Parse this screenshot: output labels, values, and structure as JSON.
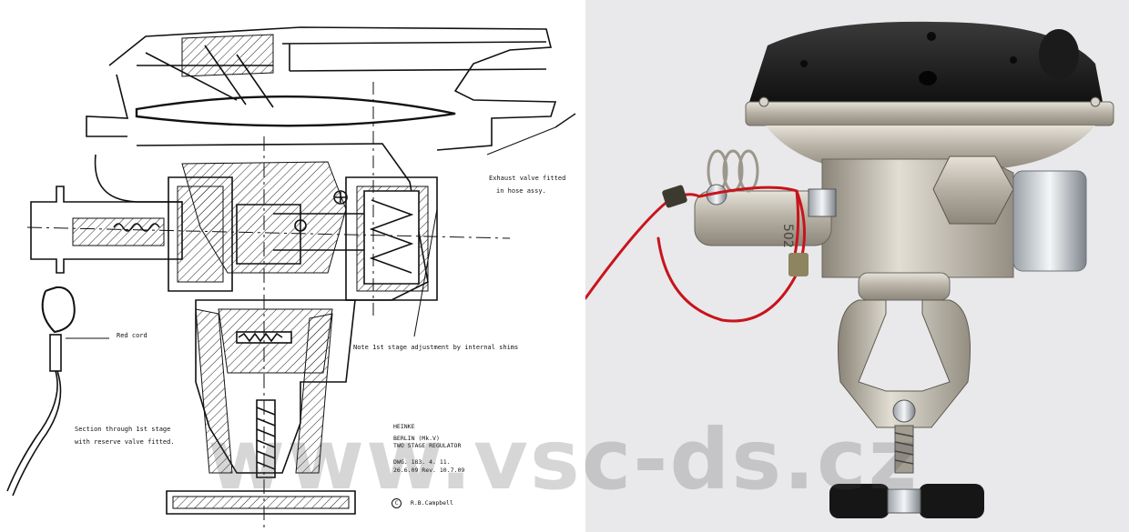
{
  "drawing": {
    "exhaust_note": {
      "line1": "Exhaust valve fitted",
      "line2": "in hose assy."
    },
    "red_cord_label": "Red cord",
    "shims_note": "Note 1st stage adjustment by internal shims",
    "section_note": {
      "line1": "Section through 1st stage",
      "line2": "with reserve valve fitted."
    },
    "title_block": {
      "line1": "HEINKE",
      "line2": "BERLIN (Mk.V)",
      "line3": "TWO STAGE REGULATOR",
      "line4": "DWG. 183. 4. 11.",
      "line5": "26.6.09   Rev. 10.7.09",
      "line6": "R.B.Campbell"
    },
    "copyright_symbol": "C"
  },
  "photo": {
    "valve_marking": "502"
  },
  "watermark": "www.vsc-ds.cz",
  "colors": {
    "cord": "#c8141c",
    "metal": "#b8b2a6",
    "housing": "#1e1e1e",
    "handle": "#141414"
  }
}
